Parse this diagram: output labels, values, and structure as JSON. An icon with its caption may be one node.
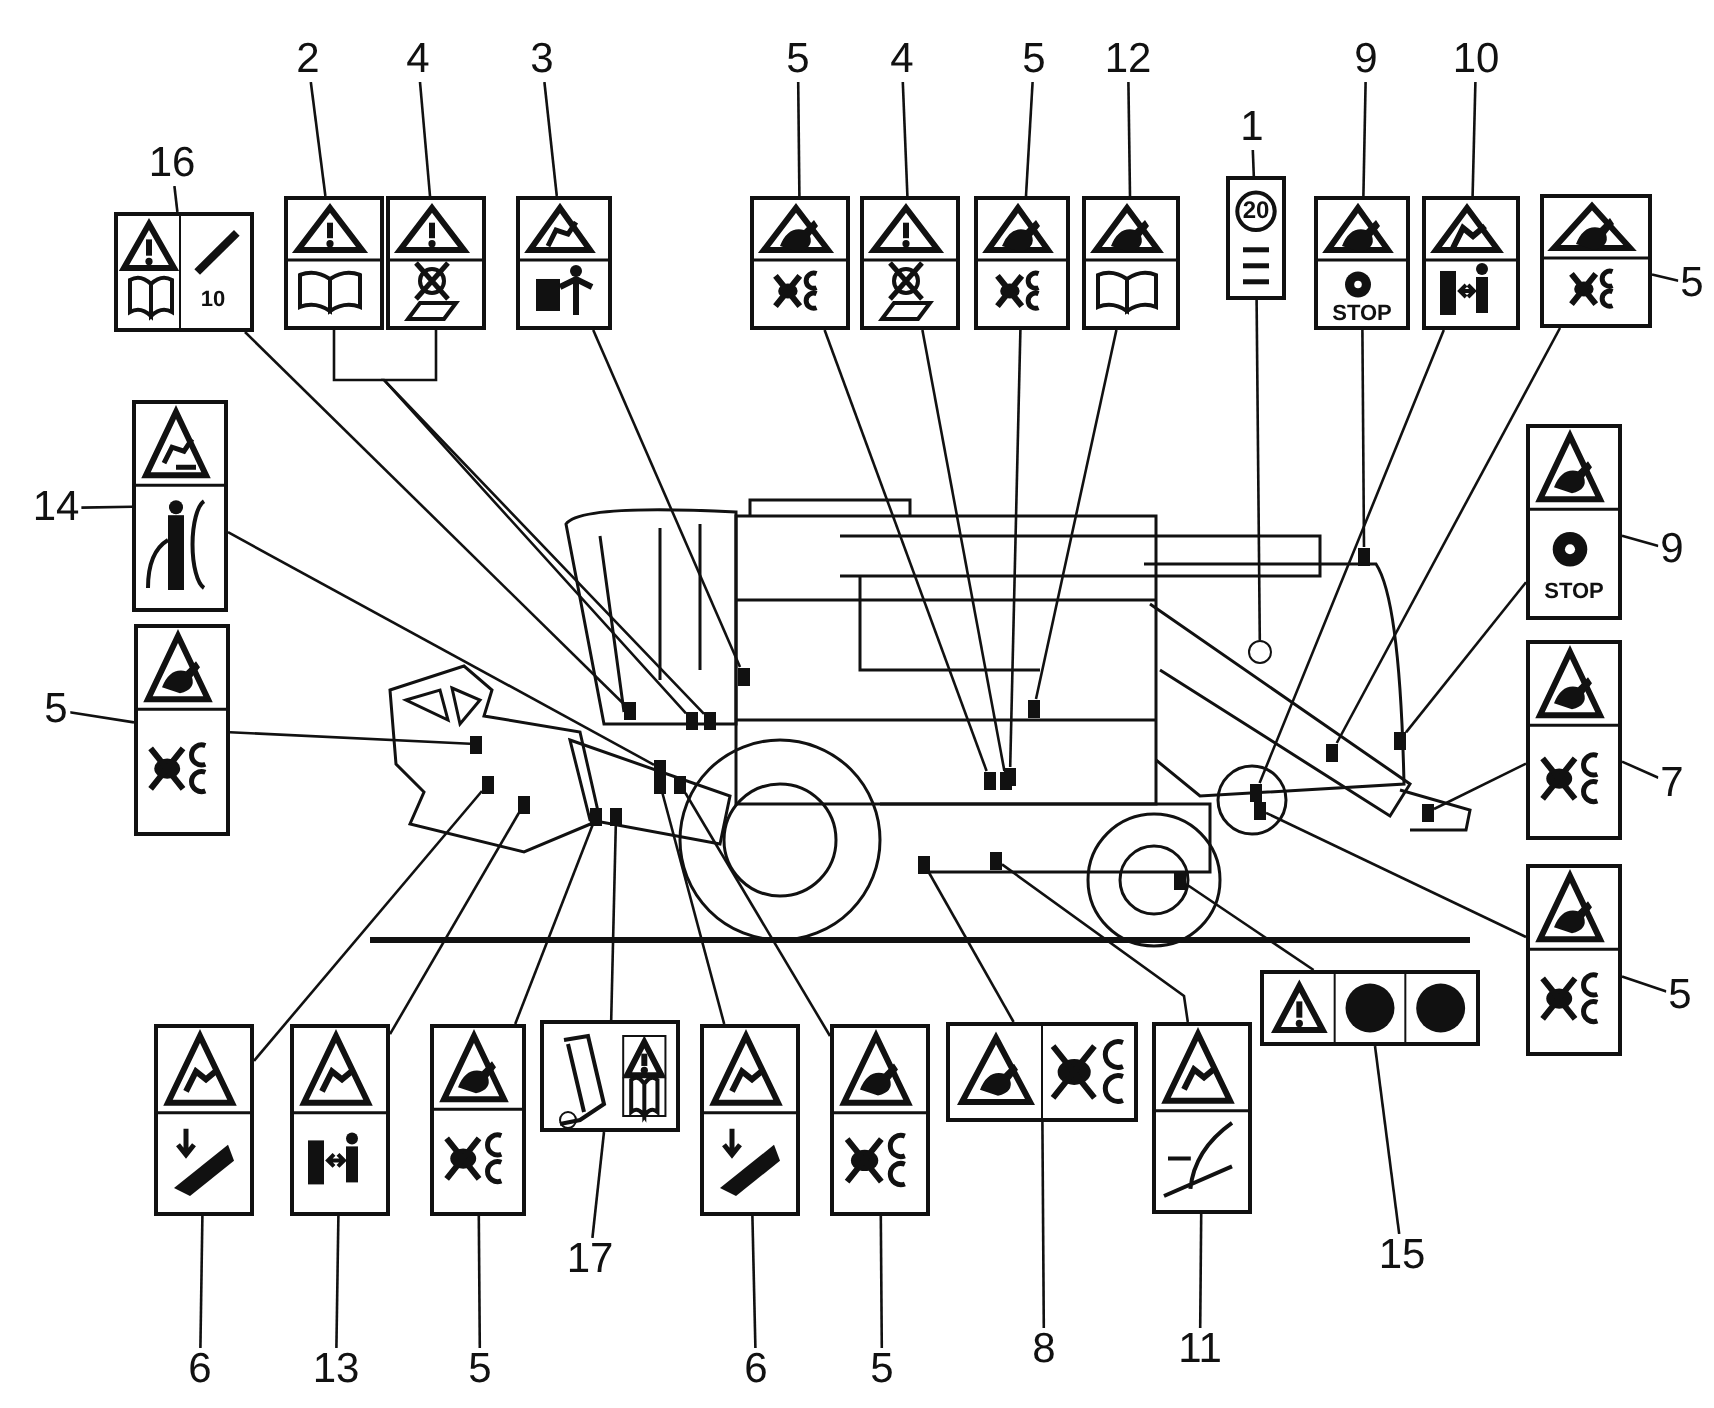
{
  "diagram": {
    "nodes": [
      {
        "text": [
          "16"
        ]
      },
      {
        "text": [
          "10"
        ]
      },
      {
        "text": [
          "2"
        ]
      },
      {
        "text": [],
        "shape": "picture"
      },
      {
        "text": [
          "4"
        ]
      },
      {
        "text": [],
        "shape": "picture"
      },
      {
        "text": [
          "3"
        ]
      },
      {
        "text": [],
        "shape": "picture"
      },
      {
        "text": [
          "5"
        ]
      },
      {
        "text": [],
        "shape": "picture"
      },
      {
        "text": [
          "4"
        ]
      },
      {
        "text": [],
        "shape": "picture"
      },
      {
        "text": [
          "5"
        ]
      },
      {
        "text": [],
        "shape": "picture"
      },
      {
        "text": [
          "12"
        ]
      },
      {
        "text": [],
        "shape": "picture"
      },
      {
        "text": [
          "1"
        ]
      },
      {
        "text": [
          "20"
        ]
      },
      {
        "text": [
          "9"
        ]
      },
      {
        "text": [
          "STOP"
        ]
      },
      {
        "text": [
          "10"
        ]
      },
      {
        "text": [],
        "shape": "picture"
      },
      {
        "text": [
          "5"
        ]
      },
      {
        "text": [],
        "shape": "picture"
      },
      {
        "text": [
          "14"
        ]
      },
      {
        "text": [],
        "shape": "picture"
      },
      {
        "text": [
          "9"
        ]
      },
      {
        "text": [
          "STOP"
        ]
      },
      {
        "text": [
          "5"
        ]
      },
      {
        "text": [],
        "shape": "picture"
      },
      {
        "text": [
          "7"
        ]
      },
      {
        "text": [],
        "shape": "picture"
      },
      {
        "text": [
          "5"
        ]
      },
      {
        "text": [],
        "shape": "picture"
      },
      {
        "text": [
          "15"
        ]
      },
      {
        "text": [],
        "shape": "picture"
      },
      {
        "text": [
          "6"
        ]
      },
      {
        "text": [],
        "shape": "picture"
      },
      {
        "text": [
          "13"
        ]
      },
      {
        "text": [],
        "shape": "picture"
      },
      {
        "text": [
          "5"
        ]
      },
      {
        "text": [],
        "shape": "picture"
      },
      {
        "text": [
          "17"
        ]
      },
      {
        "text": [],
        "shape": "picture"
      },
      {
        "text": [
          "6"
        ]
      },
      {
        "text": [],
        "shape": "picture"
      },
      {
        "text": [
          "5"
        ]
      },
      {
        "text": [],
        "shape": "picture"
      },
      {
        "text": [
          "8"
        ]
      },
      {
        "text": [],
        "shape": "picture"
      },
      {
        "text": [
          "11"
        ]
      },
      {
        "text": [],
        "shape": "picture"
      },
      {
        "text": [],
        "shape": "box"
      },
      {
        "text": [],
        "shape": "box"
      },
      {
        "text": [],
        "shape": "box"
      },
      {
        "text": [],
        "shape": "box"
      },
      {
        "text": [],
        "shape": "box"
      },
      {
        "text": [],
        "shape": "box"
      },
      {
        "text": [],
        "shape": "box"
      },
      {
        "text": [],
        "shape": "box"
      },
      {
        "text": [],
        "shape": "circle"
      },
      {
        "text": [],
        "shape": "box"
      },
      {
        "text": [],
        "shape": "box"
      },
      {
        "text": [],
        "shape": "box"
      },
      {
        "text": [],
        "shape": "box"
      },
      {
        "text": [],
        "shape": "box"
      },
      {
        "text": [],
        "shape": "box"
      },
      {
        "text": [],
        "shape": "box"
      },
      {
        "text": [],
        "shape": "box"
      },
      {
        "text": [],
        "shape": "box"
      },
      {
        "text": [],
        "shape": "box"
      },
      {
        "text": [],
        "shape": "box"
      },
      {
        "text": [],
        "shape": "box"
      },
      {
        "text": [],
        "shape": "box"
      },
      {
        "text": [],
        "shape": "box"
      },
      {
        "text": [],
        "shape": "box"
      },
      {
        "text": [],
        "shape": "box"
      },
      {
        "text": [],
        "shape": "box"
      }
    ],
    "edges": [
      {
        "from": 0,
        "to": 1,
        "arrow": "none"
      },
      {
        "from": 1,
        "to": 52,
        "arrow": "none"
      },
      {
        "from": 2,
        "to": 3,
        "arrow": "none"
      },
      {
        "from": 3,
        "to": 53,
        "arrow": "none"
      },
      {
        "from": 4,
        "to": 5,
        "arrow": "none"
      },
      {
        "from": 5,
        "to": 54,
        "arrow": "none"
      },
      {
        "from": 6,
        "to": 7,
        "arrow": "none"
      },
      {
        "from": 7,
        "to": 55,
        "arrow": "none"
      },
      {
        "from": 8,
        "to": 9,
        "arrow": "none"
      },
      {
        "from": 9,
        "to": 56,
        "arrow": "none"
      },
      {
        "from": 10,
        "to": 11,
        "arrow": "none"
      },
      {
        "from": 11,
        "to": 57,
        "arrow": "none"
      },
      {
        "from": 12,
        "to": 13,
        "arrow": "none"
      },
      {
        "from": 13,
        "to": 58,
        "arrow": "none"
      },
      {
        "from": 14,
        "to": 15,
        "arrow": "none"
      },
      {
        "from": 15,
        "to": 59,
        "arrow": "none"
      },
      {
        "from": 16,
        "to": 17,
        "arrow": "none"
      },
      {
        "from": 17,
        "to": 60,
        "arrow": "none"
      },
      {
        "from": 18,
        "to": 19,
        "arrow": "none"
      },
      {
        "from": 19,
        "to": 61,
        "arrow": "none"
      },
      {
        "from": 20,
        "to": 21,
        "arrow": "none"
      },
      {
        "from": 21,
        "to": 62,
        "arrow": "none"
      },
      {
        "from": 22,
        "to": 23,
        "arrow": "none"
      },
      {
        "from": 23,
        "to": 63,
        "arrow": "none"
      },
      {
        "from": 24,
        "to": 25,
        "arrow": "none"
      },
      {
        "from": 25,
        "to": 64,
        "arrow": "none"
      },
      {
        "from": 26,
        "to": 27,
        "arrow": "none"
      },
      {
        "from": 27,
        "to": 65,
        "arrow": "none"
      },
      {
        "from": 28,
        "to": 29,
        "arrow": "none"
      },
      {
        "from": 29,
        "to": 66,
        "arrow": "none"
      },
      {
        "from": 30,
        "to": 31,
        "arrow": "none"
      },
      {
        "from": 31,
        "to": 67,
        "arrow": "none"
      },
      {
        "from": 32,
        "to": 33,
        "arrow": "none"
      },
      {
        "from": 33,
        "to": 68,
        "arrow": "none"
      },
      {
        "from": 34,
        "to": 35,
        "arrow": "none"
      },
      {
        "from": 35,
        "to": 69,
        "arrow": "none"
      },
      {
        "from": 36,
        "to": 37,
        "arrow": "none"
      },
      {
        "from": 37,
        "to": 70,
        "arrow": "none"
      },
      {
        "from": 38,
        "to": 39,
        "arrow": "none"
      },
      {
        "from": 39,
        "to": 71,
        "arrow": "none"
      },
      {
        "from": 40,
        "to": 41,
        "arrow": "none"
      },
      {
        "from": 41,
        "to": 72,
        "arrow": "none"
      },
      {
        "from": 42,
        "to": 43,
        "arrow": "none"
      },
      {
        "from": 43,
        "to": 73,
        "arrow": "none"
      },
      {
        "from": 44,
        "to": 45,
        "arrow": "none"
      },
      {
        "from": 45,
        "to": 74,
        "arrow": "none"
      },
      {
        "from": 46,
        "to": 47,
        "arrow": "none"
      },
      {
        "from": 47,
        "to": 75,
        "arrow": "none"
      },
      {
        "from": 48,
        "to": 49,
        "arrow": "none"
      },
      {
        "from": 49,
        "to": 76,
        "arrow": "none"
      },
      {
        "from": 50,
        "to": 51,
        "arrow": "none"
      },
      {
        "from": 51,
        "to": 77,
        "arrow": "none"
      }
    ]
  }
}
